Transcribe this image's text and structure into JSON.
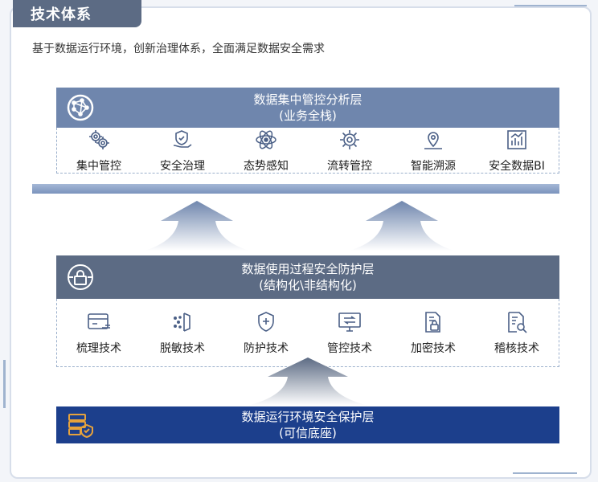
{
  "header": {
    "title": "技术体系",
    "subtitle": "基于数据运行环境，创新治理体系，全面满足数据安全需求"
  },
  "layers": {
    "top": {
      "title": "数据集中管控分析层",
      "sub": "(业务全栈)",
      "items": [
        {
          "label": "集中管控",
          "icon": "gear-cluster-icon"
        },
        {
          "label": "安全治理",
          "icon": "hand-shield-icon"
        },
        {
          "label": "态势感知",
          "icon": "atom-icon"
        },
        {
          "label": "流转管控",
          "icon": "gear-icon"
        },
        {
          "label": "智能溯源",
          "icon": "location-pin-icon"
        },
        {
          "label": "安全数据BI",
          "icon": "bar-chart-icon"
        }
      ]
    },
    "middle": {
      "title": "数据使用过程安全防护层",
      "sub": "(结构化\\非结构化)",
      "items": [
        {
          "label": "梳理技术",
          "icon": "card-icon"
        },
        {
          "label": "脱敏技术",
          "icon": "mask-door-icon"
        },
        {
          "label": "防护技术",
          "icon": "shield-plus-icon"
        },
        {
          "label": "管控技术",
          "icon": "monitor-icon"
        },
        {
          "label": "加密技术",
          "icon": "document-lock-icon"
        },
        {
          "label": "稽核技术",
          "icon": "document-search-icon"
        }
      ]
    },
    "bottom": {
      "title": "数据运行环境安全保护层",
      "sub": "(可信底座)"
    }
  },
  "colors": {
    "top": "#6f86ad",
    "middle": "#5c6b84",
    "bottom": "#1c3f8c",
    "icon": "#4a5f86"
  }
}
